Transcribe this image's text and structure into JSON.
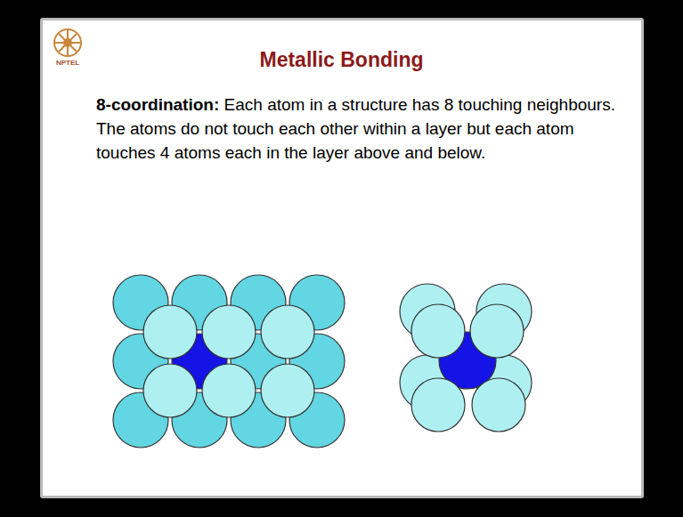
{
  "diagram": {
    "title": "Metallic Bonding",
    "labels": [
      "NPTEL",
      "8-coordination:",
      "Each atom in a structure has 8 touching neighbours. The atoms do not touch each other within a layer but each atom touches 4 atoms each in the layer above and below."
    ]
  }
}
